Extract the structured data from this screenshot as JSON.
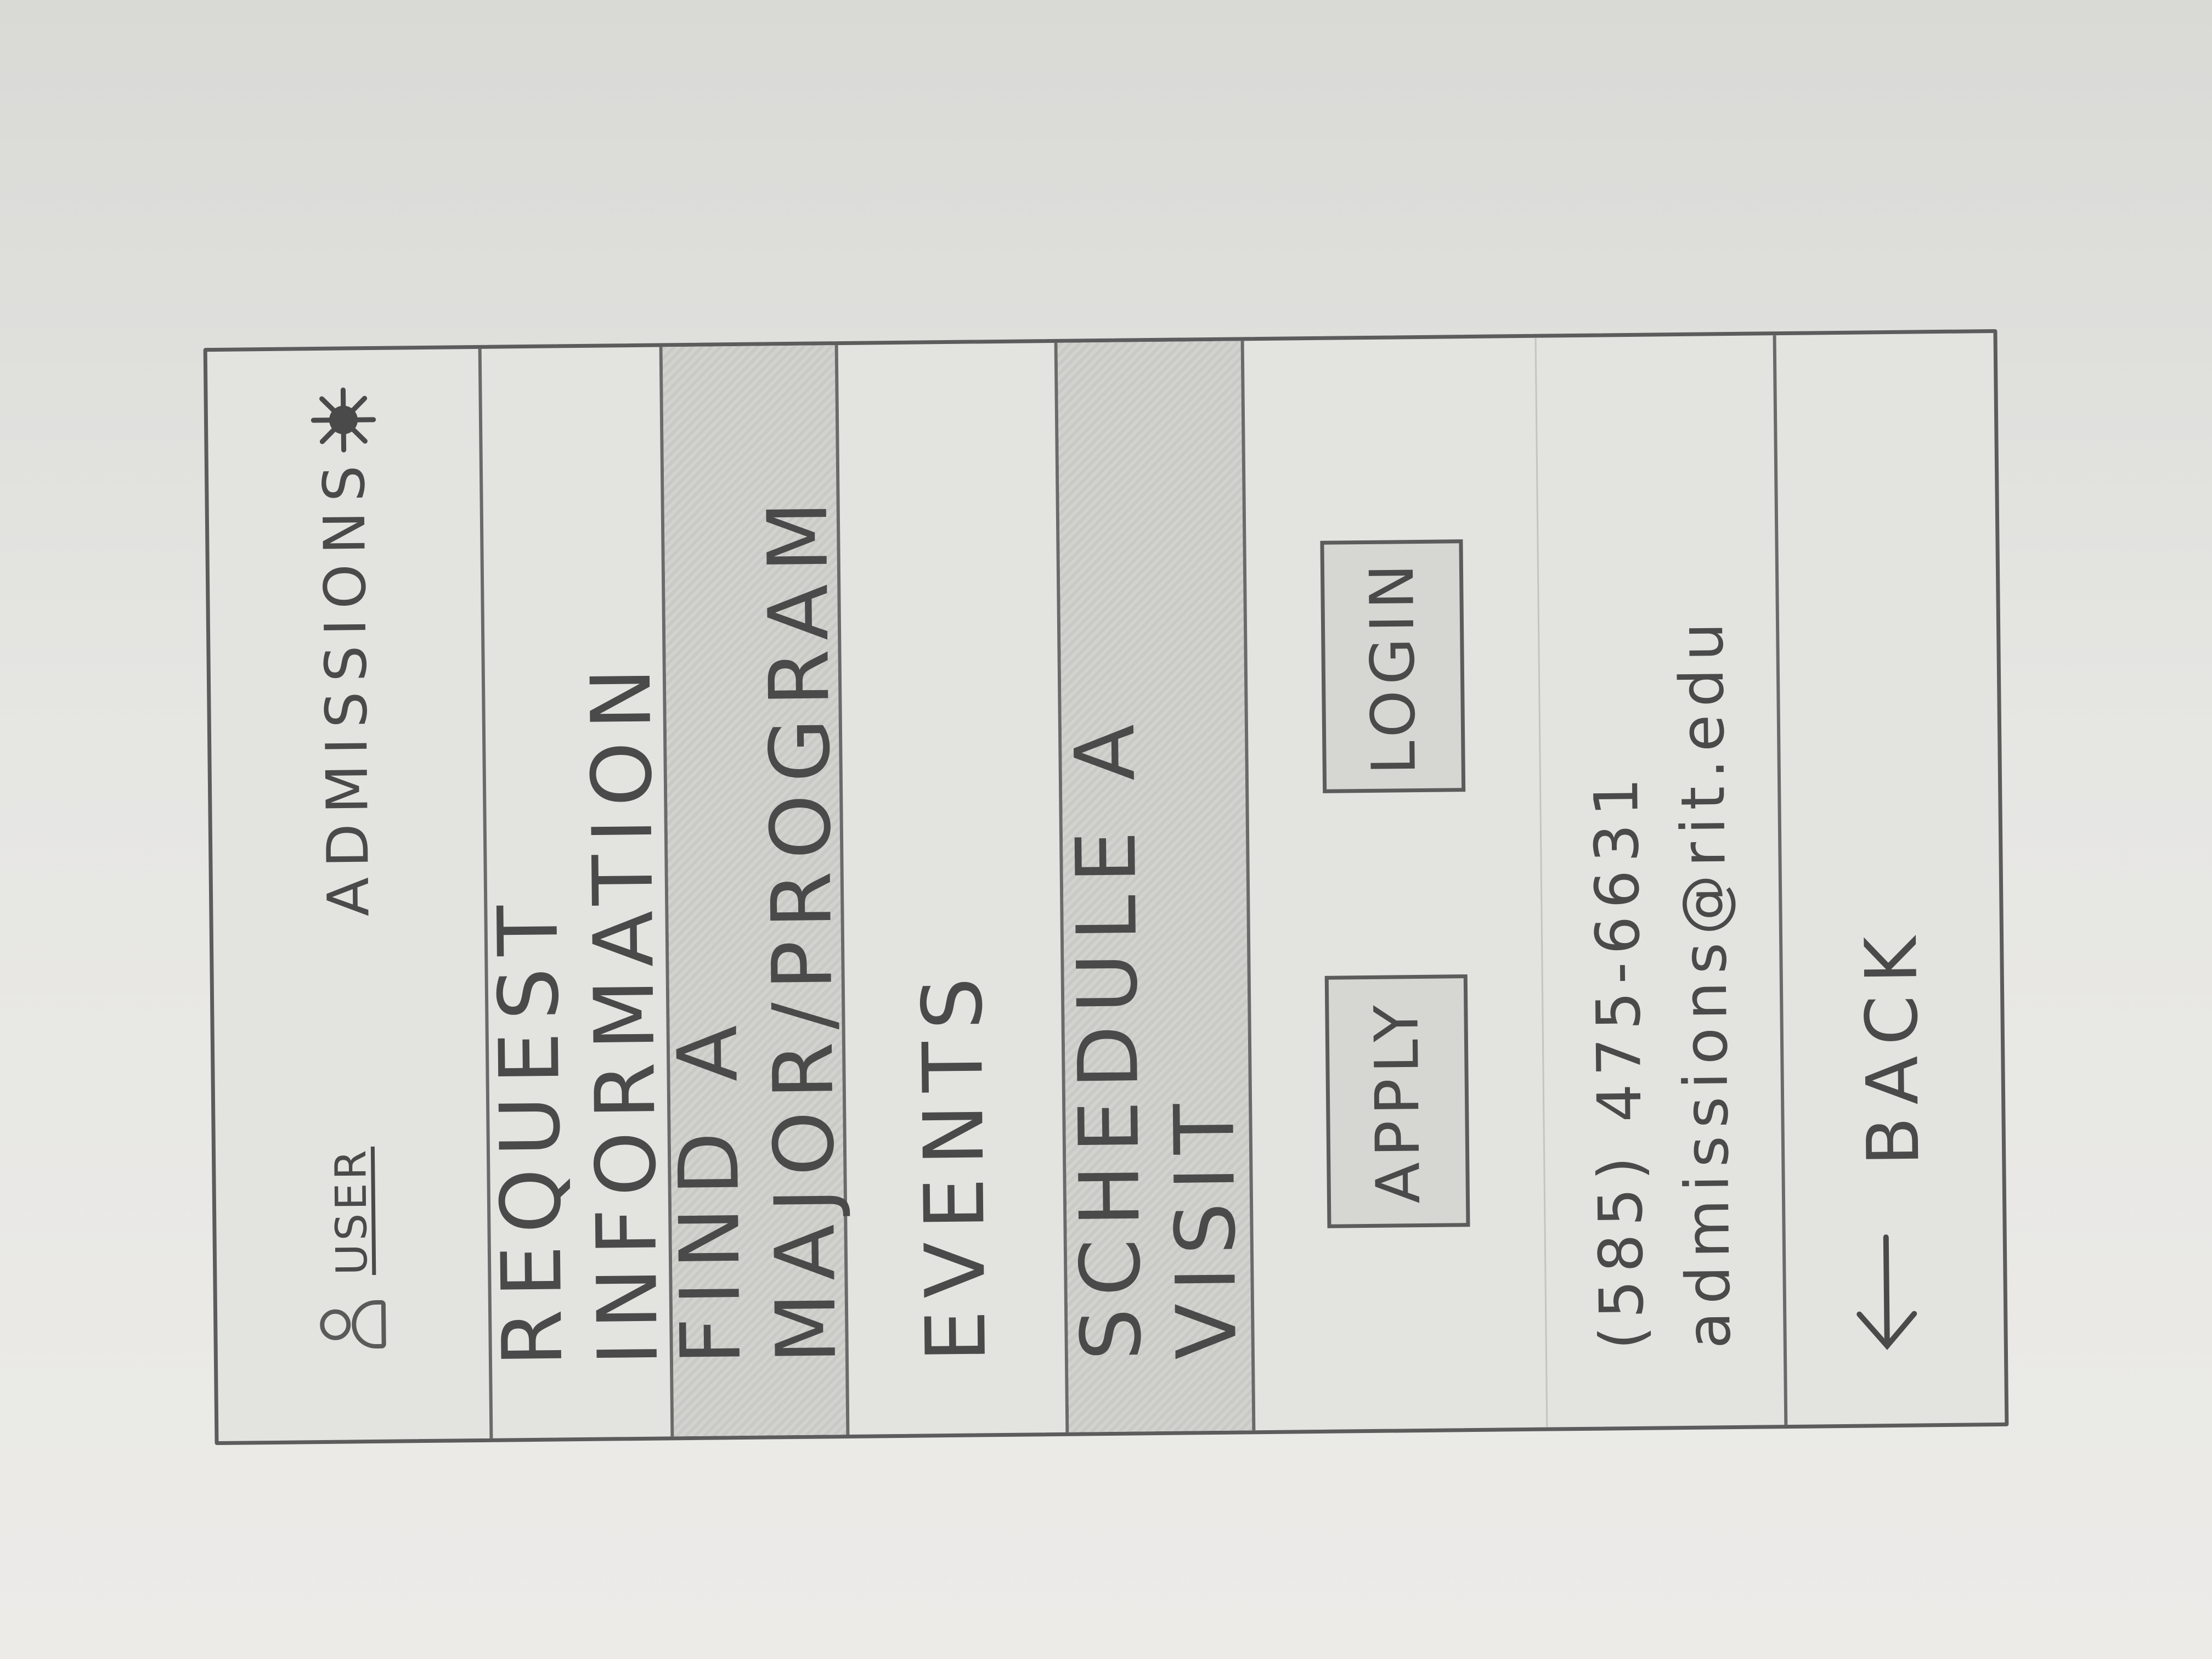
{
  "header": {
    "user_label": "USER",
    "title": "ADMISSIONS",
    "icons": {
      "user": "user-icon",
      "settings": "gear-icon"
    }
  },
  "menu": {
    "items": [
      {
        "label": "REQUEST INFORMATION",
        "shaded": false
      },
      {
        "label": "FIND A MAJOR/PROGRAM",
        "shaded": true
      },
      {
        "label": "EVENTS",
        "shaded": false
      },
      {
        "label": "SCHEDULE A VISIT",
        "shaded": true
      }
    ]
  },
  "actions": {
    "apply_label": "APPLY",
    "login_label": "LOGIN"
  },
  "contact": {
    "phone": "(585) 475-6631",
    "email": "admissions@rit.edu"
  },
  "footer": {
    "back_label": "BACK",
    "icon": "arrow-left-icon"
  },
  "colors": {
    "paper": "#e3e3e0",
    "pencil": "#5c5c5c",
    "shading": "#cbcbc8"
  }
}
